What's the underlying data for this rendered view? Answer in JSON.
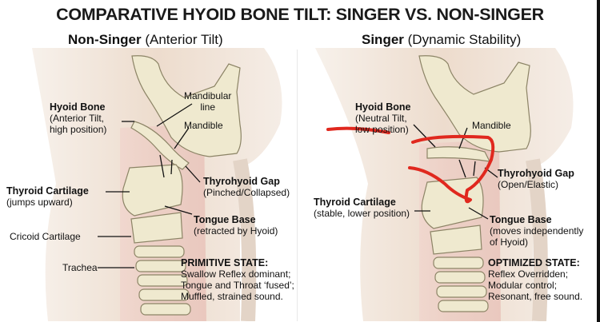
{
  "title": "COMPARATIVE HYOID BONE TILT: SINGER VS. NON-SINGER",
  "left": {
    "heading": "Non-Singer",
    "heading_sub": "(Anterior Tilt)",
    "labels": {
      "mandibular_line": [
        "Mandibular",
        "line"
      ],
      "mandible": "Mandible",
      "hyoid_title": "Hyoid Bone",
      "hyoid_lines": [
        "(Anterior Tilt,",
        "high position)"
      ],
      "thyroid_title": "Thyroid Cartilage",
      "thyroid_sub": "(jumps upward)",
      "gap_title": "Thyrohyoid Gap",
      "gap_sub": "(Pinched/Collapsed)",
      "tongue_title": "Tongue Base",
      "tongue_sub": "(retracted by Hyoid)",
      "cricoid": "Cricoid Cartilage",
      "trachea": "Trachea"
    },
    "state": {
      "title": "PRIMITIVE STATE:",
      "lines": [
        "Swallow Reflex dominant;",
        "Tongue and Throat ‘fused’;",
        "Muffled, strained sound."
      ]
    }
  },
  "right": {
    "heading": "Singer",
    "heading_sub": "(Dynamic Stability)",
    "labels": {
      "mandible": "Mandible",
      "hyoid_title": "Hyoid Bone",
      "hyoid_lines": [
        "(Neutral Tilt,",
        "low position)"
      ],
      "gap_title": "Thyrohyoid Gap",
      "gap_sub": "(Open/Elastic)",
      "thyroid_title": "Thyroid Cartilage",
      "thyroid_sub": "(stable, lower position)",
      "tongue_title": "Tongue Base",
      "tongue_lines": [
        "(moves independently",
        "of Hyoid)"
      ]
    },
    "state": {
      "title": "OPTIMIZED STATE:",
      "lines": [
        "Reflex Overridden;",
        "Modular control;",
        "Resonant, free sound."
      ]
    }
  },
  "colors": {
    "skin_light": "#f4ece5",
    "skin_mid": "#e6d6c8",
    "bone": "#efe9cf",
    "bone_stroke": "#8c8466",
    "tissue": "#e8c3bd",
    "red_annotation": "#e0281e"
  }
}
